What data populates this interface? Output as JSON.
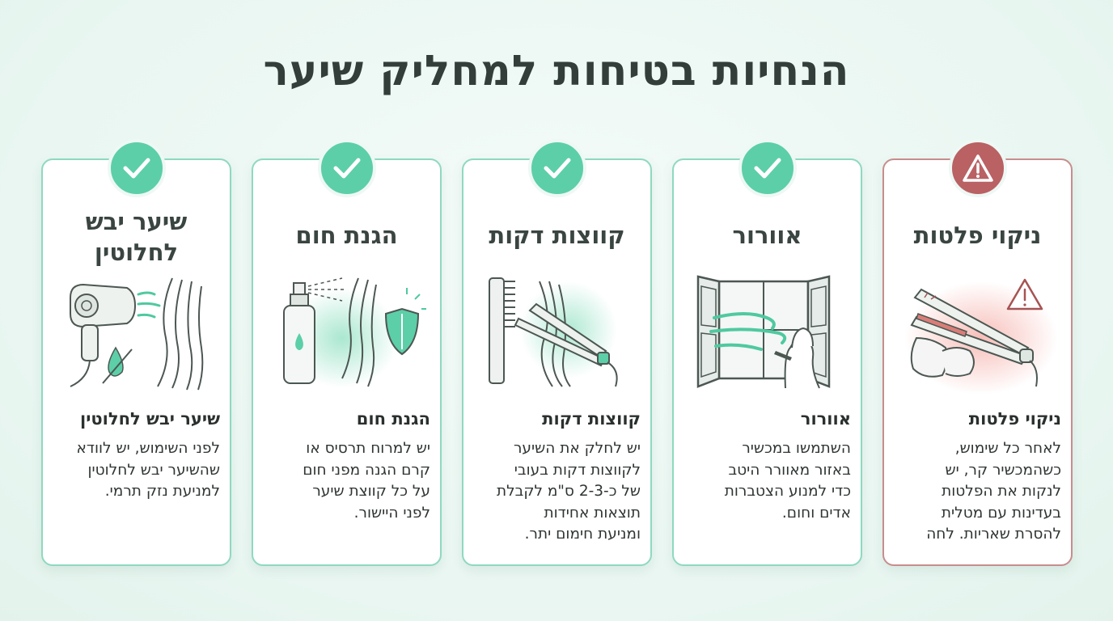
{
  "title": "הנחיות בטיחות למחליק שיער",
  "colors": {
    "accent": "#5ccfa8",
    "warning": "#b96163",
    "card_border": "#8ed9bf"
  },
  "cards": [
    {
      "id": "plates",
      "badge_icon": "warning-icon",
      "title": "ניקוי פלטות",
      "subtitle": "ניקוי פלטות",
      "lines": [
        "לאחר כל שימוש,",
        "כשהמכשיר קר, יש",
        "לנקות את הפלטות",
        "בעדינות עם מטלית",
        "להסרת שאריות. לחה"
      ]
    },
    {
      "id": "ventilation",
      "badge_icon": "check-icon",
      "title": "אוורור",
      "subtitle": "אוורור",
      "lines": [
        "השתמשו במכשיר",
        "באזור מאוורר היטב",
        "כדי למנוע הצטברות",
        "אדים וחום."
      ]
    },
    {
      "id": "sections",
      "badge_icon": "check-icon",
      "title": "קווצות דקות",
      "subtitle": "קווצות דקות",
      "lines": [
        "יש לחלק את השיער",
        "לקווצות דקות בעובי",
        "של כ-2-3 ס\"מ לקבלת",
        "תוצאות אחידות",
        "ומניעת חימום יתר."
      ]
    },
    {
      "id": "heat",
      "badge_icon": "check-icon",
      "title": "הגנת חום",
      "subtitle": "הגנת חום",
      "lines": [
        "יש למרוח תרסיס או",
        "קרם הגנה מפני חום",
        "על כל קווצת שיער",
        "לפני היישור."
      ]
    },
    {
      "id": "dry",
      "badge_icon": "check-icon",
      "title": "שיער יבש לחלוטין",
      "subtitle": "שיער יבש לחלוטין",
      "lines": [
        "לפני השימוש, יש לוודא",
        "שהשיער יבש לחלוטין",
        "למניעת נזק תרמי."
      ]
    }
  ]
}
